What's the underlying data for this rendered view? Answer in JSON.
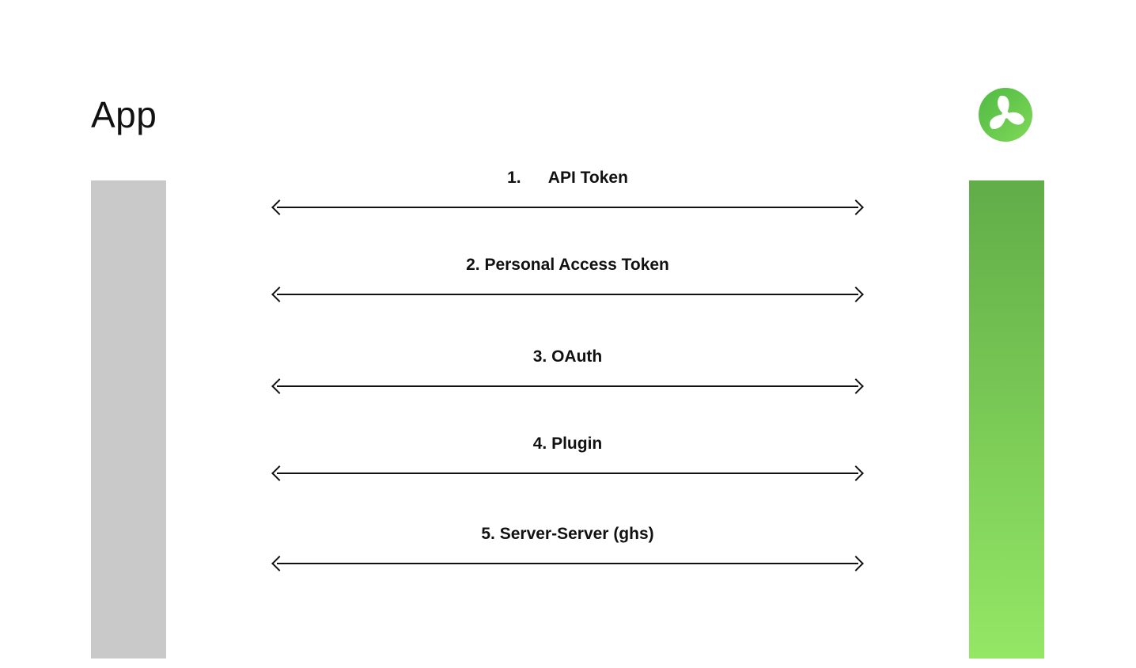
{
  "diagram": {
    "app_label": "App",
    "logo_name": "propeller-logo",
    "connections": [
      {
        "label": "1.      API Token"
      },
      {
        "label": "2. Personal Access Token"
      },
      {
        "label": "3. OAuth"
      },
      {
        "label": "4. Plugin"
      },
      {
        "label": "5. Server-Server (ghs)"
      }
    ],
    "colors": {
      "background": "#ffffff",
      "text": "#111111",
      "arrow": "#111111",
      "left_bar": "#c9c9c9",
      "green_top": "#61ad48",
      "green_bottom": "#94e765",
      "logo_green_top": "#4fb944",
      "logo_green_bottom": "#7fd957"
    }
  }
}
